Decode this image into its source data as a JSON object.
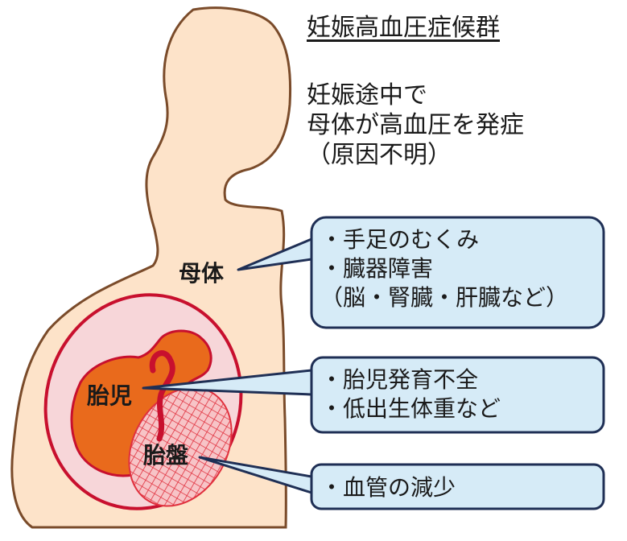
{
  "title": "妊娠高血圧症候群",
  "summary": [
    "妊娠途中で",
    "母体が高血圧を発症",
    "（原因不明）"
  ],
  "labels": {
    "mother": "母体",
    "fetus": "胎児",
    "placenta": "胎盤"
  },
  "callouts": {
    "mother": [
      "・手足のむくみ",
      "・臓器障害",
      "（脳・腎臓・肝臓など）"
    ],
    "fetus": [
      "・胎児発育不全",
      "・低出生体重など"
    ],
    "placenta": [
      "・血管の減少"
    ]
  },
  "colors": {
    "body_fill": "#fde3c9",
    "body_stroke": "#7a4b2a",
    "uterus_fill": "#f7d6d9",
    "uterus_stroke": "#c8102e",
    "fetus_fill": "#e96a1c",
    "fetus_stroke": "#c8102e",
    "placenta_fill": "#f7c4c7",
    "placenta_hatch": "#e0303d",
    "callout_fill": "#d6ebf7",
    "callout_stroke": "#1f2f55"
  }
}
